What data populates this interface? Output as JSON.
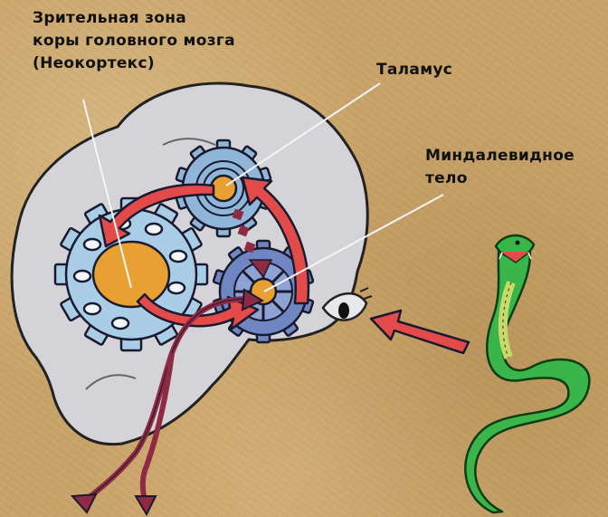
{
  "labels": {
    "visual_cortex": [
      "Зрительная зона",
      "коры головного мозга",
      "(Неокортекс)"
    ],
    "thalamus": "Таламус",
    "amygdala": [
      "Миндалевидное",
      "тело"
    ]
  },
  "colors": {
    "background": "#c9a46a",
    "brain": "#d4d4d8",
    "visual_gear": "#a9cde6",
    "thalamus_gear": "#8fb5d8",
    "amygdala_gear": "#6f86c2",
    "nucleus": "#e8a033",
    "red_arrow": "#e34b4b",
    "body_response_arrow": "#8e2a43",
    "snake": "#39b54a",
    "snake_belly": "#c8d86a"
  },
  "icons": {
    "visual_cortex_gear": "gear-icon",
    "thalamus_gear": "gear-icon",
    "amygdala_gear": "gear-icon",
    "eye": "eye-icon",
    "snake": "cobra-icon"
  }
}
